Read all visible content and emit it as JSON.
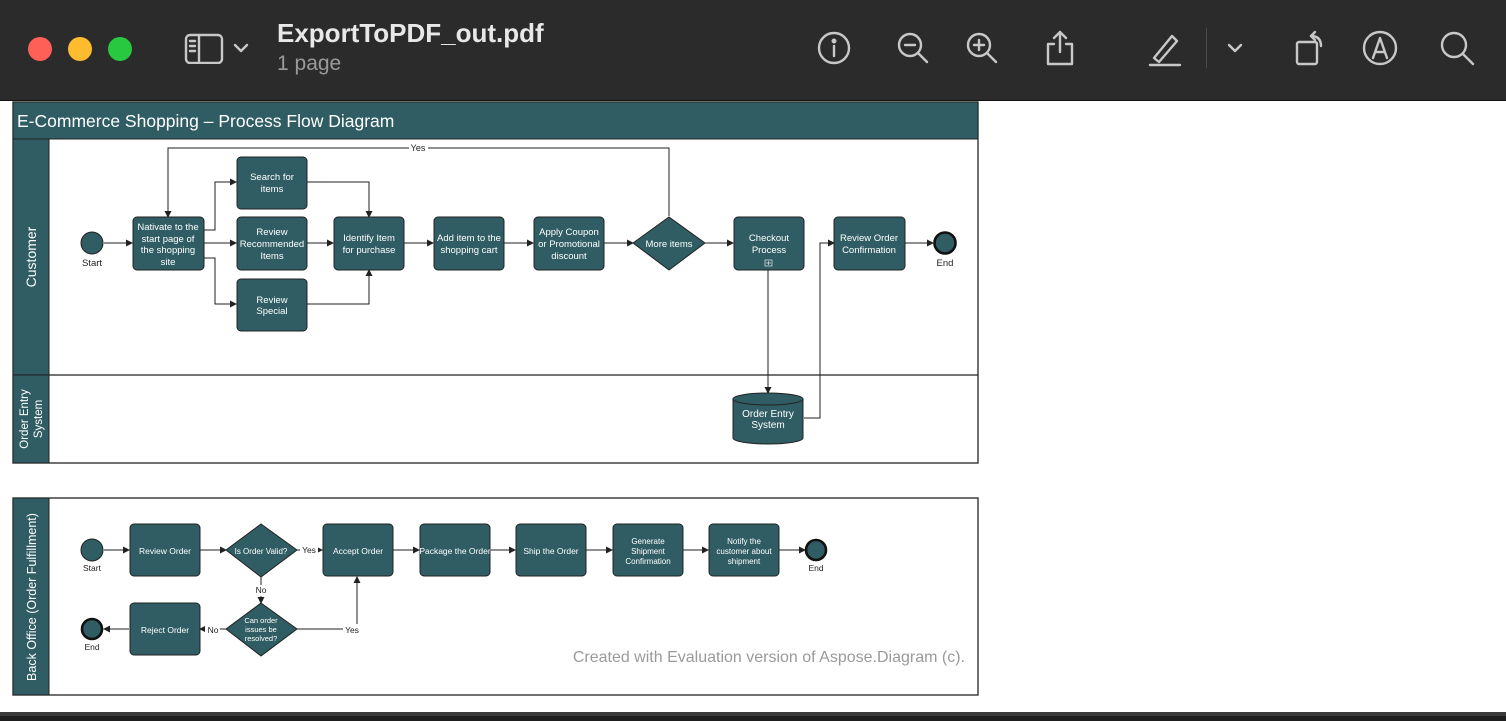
{
  "window": {
    "doc_title": "ExportToPDF_out.pdf",
    "doc_subtitle": "1 page",
    "toolbar": [
      "sidebar-toggle-icon",
      "chevron-down-icon",
      "info-icon",
      "zoom-out-icon",
      "zoom-in-icon",
      "share-icon",
      "highlight-pen-icon",
      "chevron-down-icon",
      "rotate-icon",
      "markup-icon",
      "search-icon"
    ]
  },
  "colors": {
    "titlebar": "#2b2b2b",
    "node_fill": "#2f5d63",
    "header_fill": "#2f5d63",
    "close": "#fe5f57",
    "minimize": "#febc2e",
    "zoom": "#28c840"
  },
  "diagram": {
    "title": "E-Commerce Shopping – Process Flow Diagram",
    "lanes": {
      "customer": "Customer",
      "order_entry": "Order Entry System",
      "back_office": "Back Office (Order Fulfillment)"
    },
    "nodes": {
      "start1": "Start",
      "navigate": "Nativate to the start page of the shopping site",
      "search": "Search for items",
      "review_rec": "Review Recommended Items",
      "review_special": "Review Special",
      "identify": "Identify Item for purchase",
      "add_cart": "Add item to the shopping cart",
      "coupon": "Apply Coupon or Promotional discount",
      "more_items": "More items",
      "checkout": "Checkout Process",
      "review_order_conf": "Review Order Confirmation",
      "end1": "End",
      "order_entry_system": "Order Entry System",
      "start2": "Start",
      "review_order": "Review Order",
      "is_valid": "Is Order Valid?",
      "accept": "Accept Order",
      "package": "Package the Order",
      "ship": "Ship the Order",
      "gen_ship": "Generate Shipment Confirmation",
      "notify": "Notify the customer about shipment",
      "end2": "End",
      "can_resolve": "Can order issues be resolved?",
      "reject": "Reject Order",
      "end3": "End"
    },
    "edge_labels": {
      "yes_loop": "Yes",
      "yes_valid": "Yes",
      "no_valid": "No",
      "yes_resolve": "Yes",
      "no_resolve": "No"
    },
    "watermark": "Created with Evaluation version of Aspose.Diagram (c)."
  }
}
